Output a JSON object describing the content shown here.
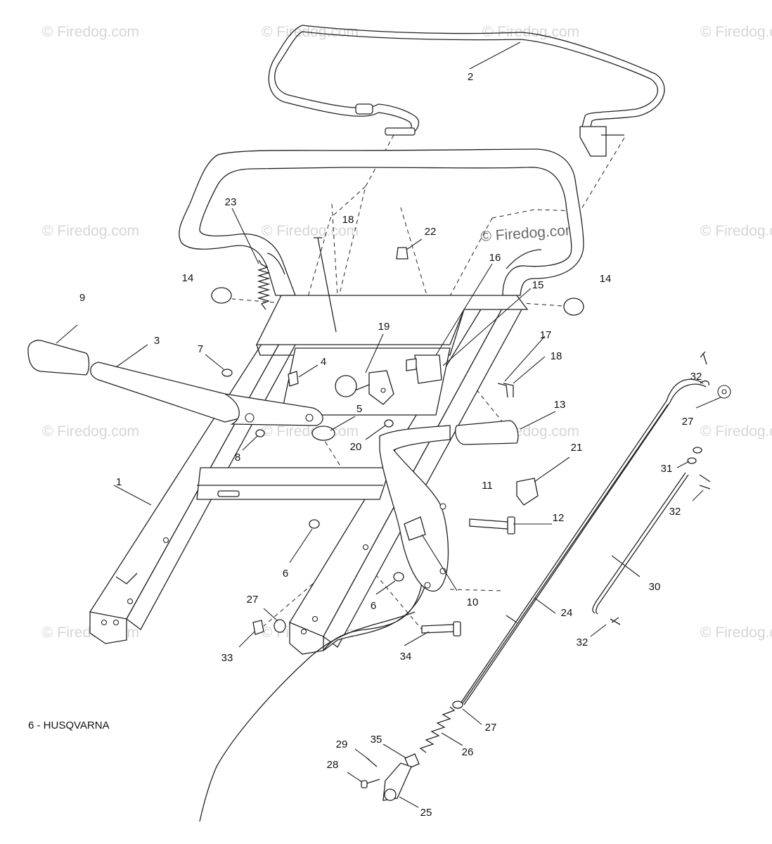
{
  "watermarks": {
    "text": "© Firedog.com",
    "center_text": "© Firedog.com"
  },
  "caption": "6 - HUSQVARNA",
  "callouts": [
    {
      "id": "c1",
      "label": "1"
    },
    {
      "id": "c2",
      "label": "2"
    },
    {
      "id": "c3",
      "label": "3"
    },
    {
      "id": "c4",
      "label": "4"
    },
    {
      "id": "c5",
      "label": "5"
    },
    {
      "id": "c6a",
      "label": "6"
    },
    {
      "id": "c6b",
      "label": "6"
    },
    {
      "id": "c7",
      "label": "7"
    },
    {
      "id": "c8",
      "label": "8"
    },
    {
      "id": "c9",
      "label": "9"
    },
    {
      "id": "c10",
      "label": "10"
    },
    {
      "id": "c11",
      "label": "11"
    },
    {
      "id": "c12",
      "label": "12"
    },
    {
      "id": "c13",
      "label": "13"
    },
    {
      "id": "c14a",
      "label": "14"
    },
    {
      "id": "c14b",
      "label": "14"
    },
    {
      "id": "c15",
      "label": "15"
    },
    {
      "id": "c16",
      "label": "16"
    },
    {
      "id": "c17",
      "label": "17"
    },
    {
      "id": "c18a",
      "label": "18"
    },
    {
      "id": "c18b",
      "label": "18"
    },
    {
      "id": "c19",
      "label": "19"
    },
    {
      "id": "c20",
      "label": "20"
    },
    {
      "id": "c21",
      "label": "21"
    },
    {
      "id": "c22",
      "label": "22"
    },
    {
      "id": "c23",
      "label": "23"
    },
    {
      "id": "c24",
      "label": "24"
    },
    {
      "id": "c25",
      "label": "25"
    },
    {
      "id": "c26",
      "label": "26"
    },
    {
      "id": "c27a",
      "label": "27"
    },
    {
      "id": "c27b",
      "label": "27"
    },
    {
      "id": "c27c",
      "label": "27"
    },
    {
      "id": "c28",
      "label": "28"
    },
    {
      "id": "c29",
      "label": "29"
    },
    {
      "id": "c30",
      "label": "30"
    },
    {
      "id": "c31",
      "label": "31"
    },
    {
      "id": "c32a",
      "label": "32"
    },
    {
      "id": "c32b",
      "label": "32"
    },
    {
      "id": "c32c",
      "label": "32"
    },
    {
      "id": "c33",
      "label": "33"
    },
    {
      "id": "c34",
      "label": "34"
    },
    {
      "id": "c35",
      "label": "35"
    }
  ]
}
